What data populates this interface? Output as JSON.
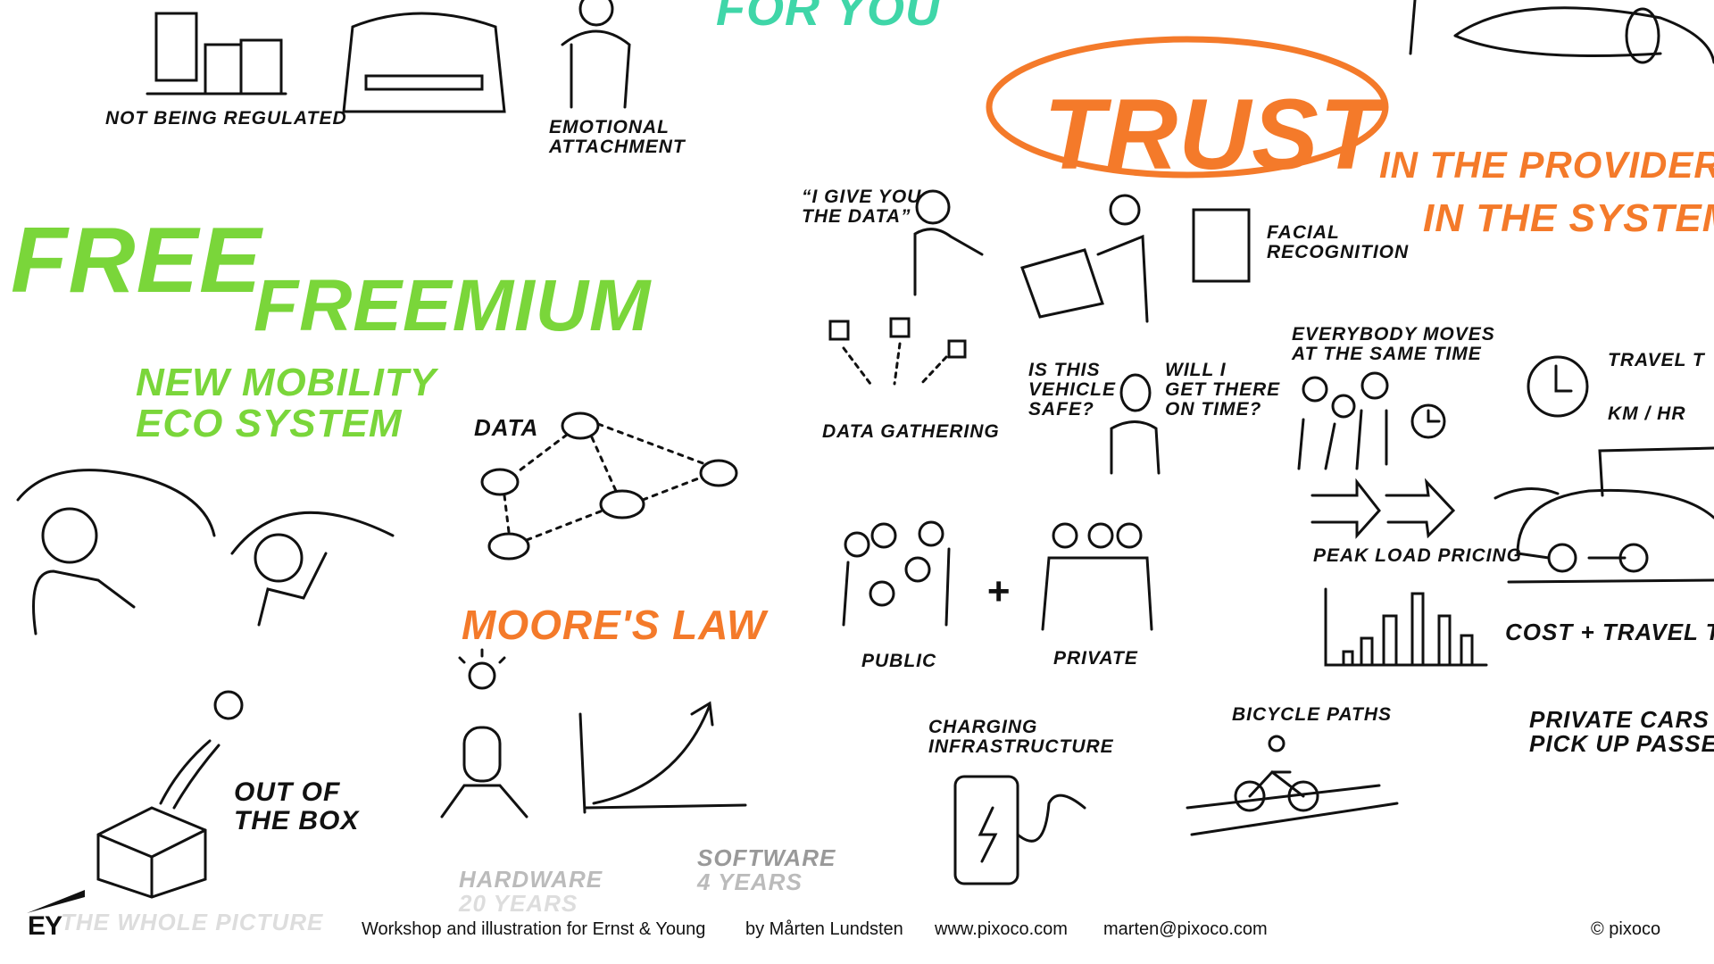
{
  "top": {
    "for_you": "FOR YOU",
    "not_regulated": "NOT BEING REGULATED",
    "emotional": [
      "EMOTIONAL",
      "ATTACHMENT"
    ]
  },
  "left": {
    "free": "FREE",
    "freemium": "FREEMIUM",
    "eco": [
      "NEW MOBILITY",
      "ECO SYSTEM"
    ],
    "data": "DATA",
    "moores_law": "MOORE'S LAW",
    "out_of_box": [
      "OUT OF",
      "THE BOX"
    ],
    "hardware": [
      "HARDWARE",
      "20 YEARS"
    ],
    "software": [
      "SOFTWARE",
      "4 YEARS"
    ]
  },
  "trust": {
    "title": "TRUST",
    "providers": "IN THE PROVIDERS",
    "system": "IN THE SYSTEM",
    "give_data": [
      "“I GIVE YOU",
      "THE DATA”"
    ],
    "facial": [
      "FACIAL",
      "RECOGNITION"
    ],
    "data_gathering": "DATA GATHERING",
    "safe": [
      "IS THIS",
      "VEHICLE",
      "SAFE?"
    ],
    "on_time": [
      "WILL I",
      "GET THERE",
      "ON TIME?"
    ],
    "public": "PUBLIC",
    "plus": "+",
    "private": "PRIVATE"
  },
  "right": {
    "everybody": [
      "EVERYBODY MOVES",
      "AT THE SAME TIME"
    ],
    "travel": "TRAVEL T",
    "kmhr": "KM / HR",
    "peak": "PEAK LOAD PRICING",
    "cost": "COST + TRAVEL TIM",
    "charging": [
      "CHARGING",
      "INFRASTRUCTURE"
    ],
    "bicycle": "BICYCLE PATHS",
    "private_cars": [
      "PRIVATE CARS",
      "PICK UP PASSENG"
    ]
  },
  "footer": {
    "logo": "EY",
    "tagline": "THE WHOLE PICTURE",
    "workshop": "Workshop and illustration for Ernst & Young",
    "by": "by Mårten Lundsten",
    "site": "www.pixoco.com",
    "email": "marten@pixoco.com",
    "copyright": "© pixoco"
  },
  "colors": {
    "green": "#7ad63a",
    "orange": "#f47a2a",
    "teal": "#3fd6a8"
  }
}
